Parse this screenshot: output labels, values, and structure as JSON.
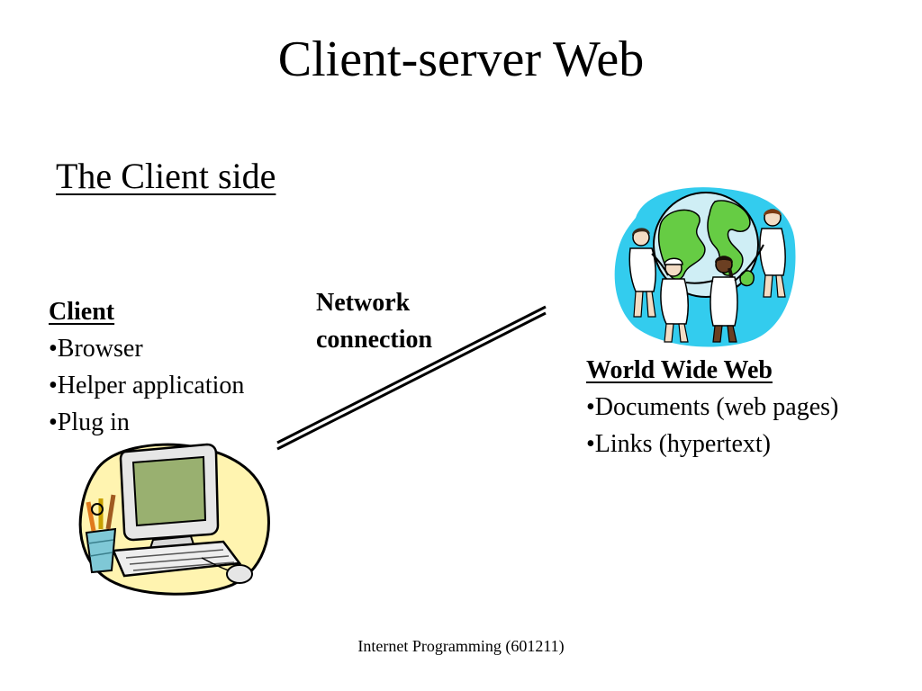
{
  "slide": {
    "title": "Client-server Web",
    "section_heading": "The Client side",
    "footer": "Internet Programming (601211)"
  },
  "client": {
    "heading": "Client",
    "items": [
      "•Browser",
      "•Helper application",
      "•Plug in"
    ],
    "clipart": "computer-clipart"
  },
  "network": {
    "label_line1": "Network",
    "label_line2": "connection"
  },
  "www": {
    "heading": "World Wide Web",
    "items": [
      "•Documents (web pages)",
      "•Links (hypertext)"
    ],
    "clipart": "globe-people-clipart"
  },
  "colors": {
    "globe_backdrop": "#33ccee",
    "globe_land": "#66cc44",
    "globe_water": "#cfeef5",
    "computer_backdrop": "#fff4b0",
    "monitor_screen": "#99b070"
  }
}
